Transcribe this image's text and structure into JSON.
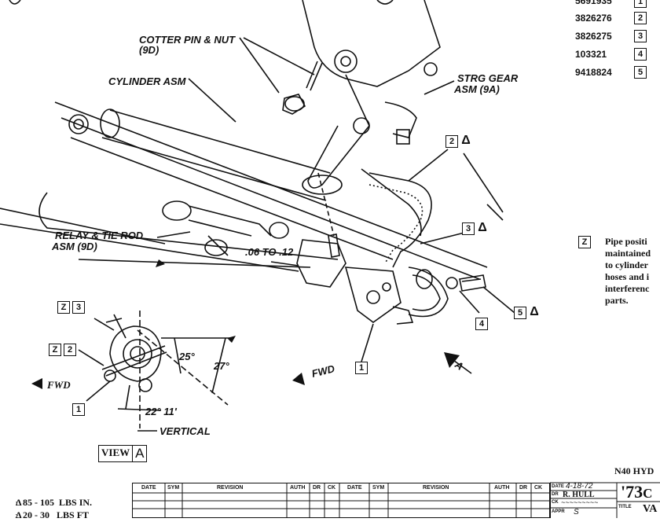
{
  "parts_list": [
    {
      "part_no": "5691935",
      "item": "1"
    },
    {
      "part_no": "3826276",
      "item": "2"
    },
    {
      "part_no": "3826275",
      "item": "3"
    },
    {
      "part_no": "103321",
      "item": "4"
    },
    {
      "part_no": "9418824",
      "item": "5"
    }
  ],
  "labels": {
    "cotter_pin": "COTTER PIN & NUT",
    "cotter_pin_ref": "(9D)",
    "cylinder": "CYLINDER ASM",
    "strg_gear": "STRG GEAR",
    "strg_gear_ref": "ASM (9A)",
    "relay": "RELAY & TIE ROD",
    "relay_ref": "ASM (9D)",
    "clearance": ".06 TO .12",
    "fwd": "FWD",
    "vertical": "VERTICAL",
    "angle_25": "25°",
    "angle_27": "27°",
    "angle_22": "22° 11'",
    "view": "VIEW",
    "view_letter": "A",
    "arrow_letter": "A"
  },
  "callouts": {
    "c2": "2",
    "c3": "3",
    "c1": "1",
    "c4": "4",
    "c5": "5",
    "z": "Z",
    "delta": "Δ"
  },
  "note": {
    "marker": "Z",
    "lines": [
      "Pipe positi",
      "maintained",
      "to cylinder",
      "hoses and i",
      "interferenc",
      "parts."
    ]
  },
  "torque": [
    {
      "mark": "1",
      "text": "85 - 105  LBS IN."
    },
    {
      "mark": "2",
      "text": "20 - 30   LBS FT"
    }
  ],
  "title_block": {
    "model": "N40 HYD",
    "year": "'73",
    "year_suffix": "C",
    "title_prefix": "VA",
    "date_label": "DATE",
    "date_value": "4-18-72",
    "dr_label": "DR",
    "dr_value": "R. HULL",
    "ck_label": "CK",
    "appr_label": "APPR",
    "appr_value": "S",
    "title_label": "TITLE"
  },
  "revision_headers": [
    "DATE",
    "SYM",
    "REVISION",
    "AUTH",
    "DR",
    "CK",
    "DATE",
    "SYM",
    "REVISION",
    "AUTH",
    "DR",
    "CK"
  ]
}
